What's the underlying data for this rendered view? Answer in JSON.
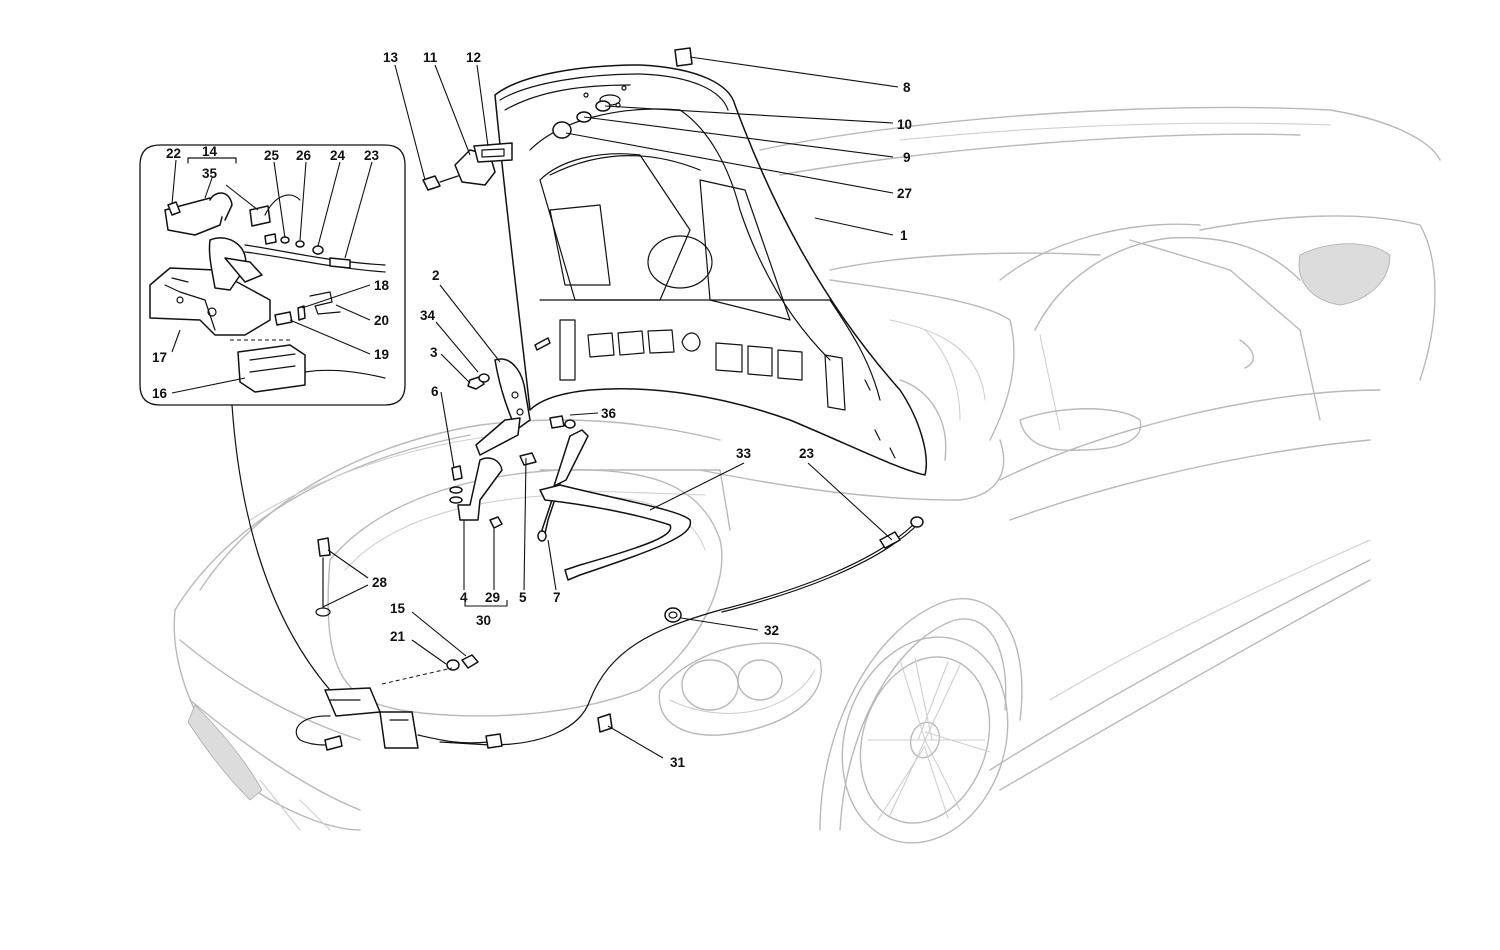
{
  "diagram": {
    "callouts": {
      "c1": "1",
      "c2": "2",
      "c3": "3",
      "c4": "4",
      "c5": "5",
      "c6": "6",
      "c7": "7",
      "c8": "8",
      "c9": "9",
      "c10": "10",
      "c11": "11",
      "c12": "12",
      "c13": "13",
      "c14": "14",
      "c15": "15",
      "c16": "16",
      "c17": "17",
      "c18": "18",
      "c19": "19",
      "c20": "20",
      "c21": "21",
      "c22": "22",
      "c23": "23",
      "c24": "24",
      "c25": "25",
      "c26": "26",
      "c27": "27",
      "c28": "28",
      "c29": "29",
      "c30": "30",
      "c31": "31",
      "c32": "32",
      "c33": "33",
      "c34": "34",
      "c35": "35",
      "c36": "36"
    }
  }
}
